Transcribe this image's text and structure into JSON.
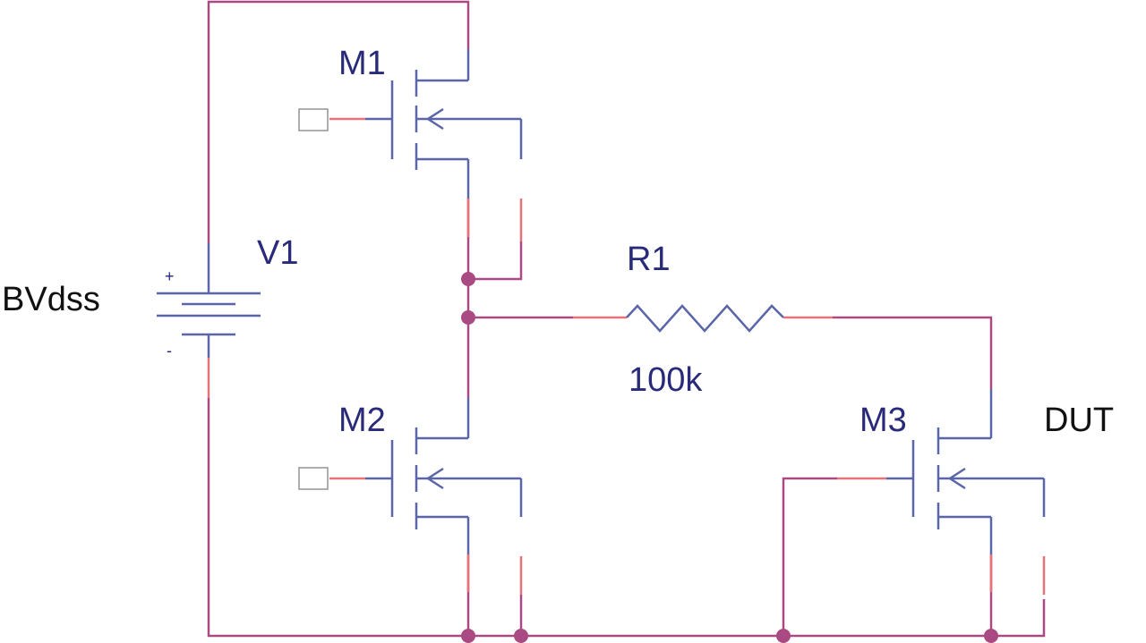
{
  "source": {
    "name": "V1",
    "value_label": "BVdss",
    "plus_sign": "+",
    "minus_sign": "-"
  },
  "transistors": [
    {
      "ref": "M1"
    },
    {
      "ref": "M2"
    },
    {
      "ref": "M3",
      "role_label": "DUT"
    }
  ],
  "resistor": {
    "ref": "R1",
    "value": "100k"
  },
  "colors": {
    "wire": "#a94a82",
    "pin_stub": "#e8727a",
    "symbol": "#5a66a8",
    "label_text": "#2a2a7a"
  }
}
